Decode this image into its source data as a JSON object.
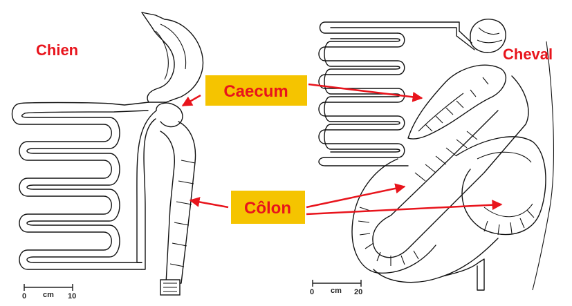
{
  "labels": {
    "dog": "Chien",
    "horse": "Cheval",
    "caecum": "Caecum",
    "colon": "Côlon"
  },
  "scales": {
    "dog": {
      "start": "0",
      "unit": "cm",
      "end": "10"
    },
    "horse": {
      "start": "0",
      "unit": "cm",
      "end": "20"
    }
  },
  "colors": {
    "label_red": "#e8141c",
    "label_box": "#f5c400",
    "arrow": "#e8141c",
    "ink": "#111111"
  }
}
